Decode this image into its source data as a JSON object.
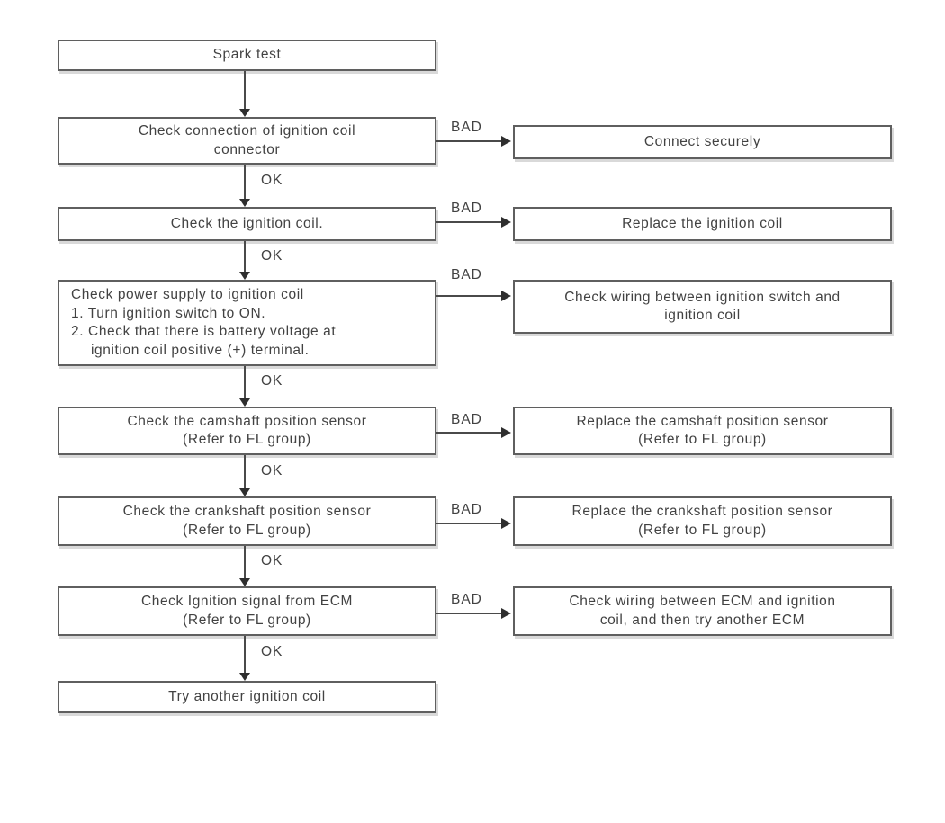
{
  "labels": {
    "ok": "OK",
    "bad": "BAD"
  },
  "colors": {
    "border": "#5f5f5f",
    "text": "#424242",
    "line": "#4a4a4a",
    "background": "#ffffff"
  },
  "steps": {
    "left": [
      {
        "name": "spark-test",
        "lines": [
          "Spark test"
        ]
      },
      {
        "name": "check-connection",
        "lines": [
          "Check connection of ignition coil",
          "connector"
        ]
      },
      {
        "name": "check-ignition-coil",
        "lines": [
          "Check the ignition coil."
        ]
      },
      {
        "name": "check-power-supply",
        "lines": [
          "Check power supply to ignition coil",
          "1. Turn ignition switch to ON.",
          "2. Check that there is battery voltage at",
          "ignition coil positive (+) terminal."
        ]
      },
      {
        "name": "check-camshaft-sensor",
        "lines": [
          "Check the camshaft position sensor",
          "(Refer to FL group)"
        ]
      },
      {
        "name": "check-crankshaft-sensor",
        "lines": [
          "Check the crankshaft position sensor",
          "(Refer to FL group)"
        ]
      },
      {
        "name": "check-ignition-signal",
        "lines": [
          "Check Ignition signal from ECM",
          "(Refer to FL group)"
        ]
      },
      {
        "name": "try-another-coil",
        "lines": [
          "Try another ignition coil"
        ]
      }
    ],
    "right": [
      {
        "name": "connect-securely",
        "lines": [
          "Connect securely"
        ]
      },
      {
        "name": "replace-ignition-coil",
        "lines": [
          "Replace the ignition coil"
        ]
      },
      {
        "name": "check-wiring-switch",
        "lines": [
          "Check wiring between ignition switch and",
          "ignition coil"
        ]
      },
      {
        "name": "replace-camshaft-sensor",
        "lines": [
          "Replace the camshaft position sensor",
          "(Refer to FL group)"
        ]
      },
      {
        "name": "replace-crankshaft-sensor",
        "lines": [
          "Replace the crankshaft position sensor",
          "(Refer to FL group)"
        ]
      },
      {
        "name": "check-wiring-ecm",
        "lines": [
          "Check wiring between ECM and ignition",
          "coil, and then try another ECM"
        ]
      }
    ]
  }
}
